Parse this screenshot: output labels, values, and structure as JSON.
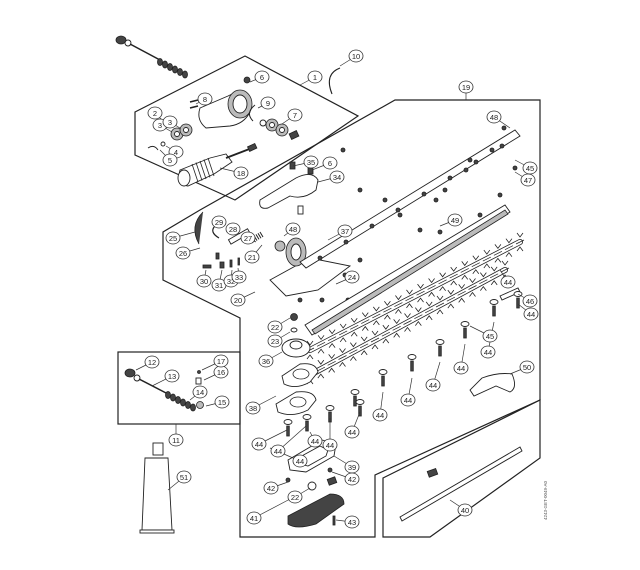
{
  "diagram": {
    "title": "Hedge trimmer gear head and cutter blade assembly — exploded parts view",
    "document_code": "4243-GET-0049-A0",
    "groups": [
      {
        "id": "gear-housing-assembly",
        "label": "1"
      },
      {
        "id": "cutter-blade-assembly",
        "label": "19"
      },
      {
        "id": "repair-kit",
        "label": "11"
      },
      {
        "id": "blade-guard-kit",
        "label": "40"
      }
    ],
    "callouts": [
      {
        "label": "1"
      },
      {
        "label": "2"
      },
      {
        "label": "3"
      },
      {
        "label": "3"
      },
      {
        "label": "4"
      },
      {
        "label": "5"
      },
      {
        "label": "6"
      },
      {
        "label": "7"
      },
      {
        "label": "8"
      },
      {
        "label": "9"
      },
      {
        "label": "10"
      },
      {
        "label": "11"
      },
      {
        "label": "12"
      },
      {
        "label": "13"
      },
      {
        "label": "14"
      },
      {
        "label": "15"
      },
      {
        "label": "16"
      },
      {
        "label": "17"
      },
      {
        "label": "18"
      },
      {
        "label": "19"
      },
      {
        "label": "20"
      },
      {
        "label": "21"
      },
      {
        "label": "22"
      },
      {
        "label": "23"
      },
      {
        "label": "24"
      },
      {
        "label": "25"
      },
      {
        "label": "26"
      },
      {
        "label": "27"
      },
      {
        "label": "28"
      },
      {
        "label": "29"
      },
      {
        "label": "30"
      },
      {
        "label": "31"
      },
      {
        "label": "32"
      },
      {
        "label": "33"
      },
      {
        "label": "34"
      },
      {
        "label": "35"
      },
      {
        "label": "6"
      },
      {
        "label": "36"
      },
      {
        "label": "37"
      },
      {
        "label": "38"
      },
      {
        "label": "39"
      },
      {
        "label": "40"
      },
      {
        "label": "41"
      },
      {
        "label": "42"
      },
      {
        "label": "42"
      },
      {
        "label": "22"
      },
      {
        "label": "43"
      },
      {
        "label": "44"
      },
      {
        "label": "44"
      },
      {
        "label": "44"
      },
      {
        "label": "44"
      },
      {
        "label": "44"
      },
      {
        "label": "44"
      },
      {
        "label": "44"
      },
      {
        "label": "44"
      },
      {
        "label": "44"
      },
      {
        "label": "44"
      },
      {
        "label": "44"
      },
      {
        "label": "44"
      },
      {
        "label": "44"
      },
      {
        "label": "45"
      },
      {
        "label": "45"
      },
      {
        "label": "46"
      },
      {
        "label": "47"
      },
      {
        "label": "48"
      },
      {
        "label": "48"
      },
      {
        "label": "49"
      },
      {
        "label": "50"
      },
      {
        "label": "51"
      }
    ]
  }
}
